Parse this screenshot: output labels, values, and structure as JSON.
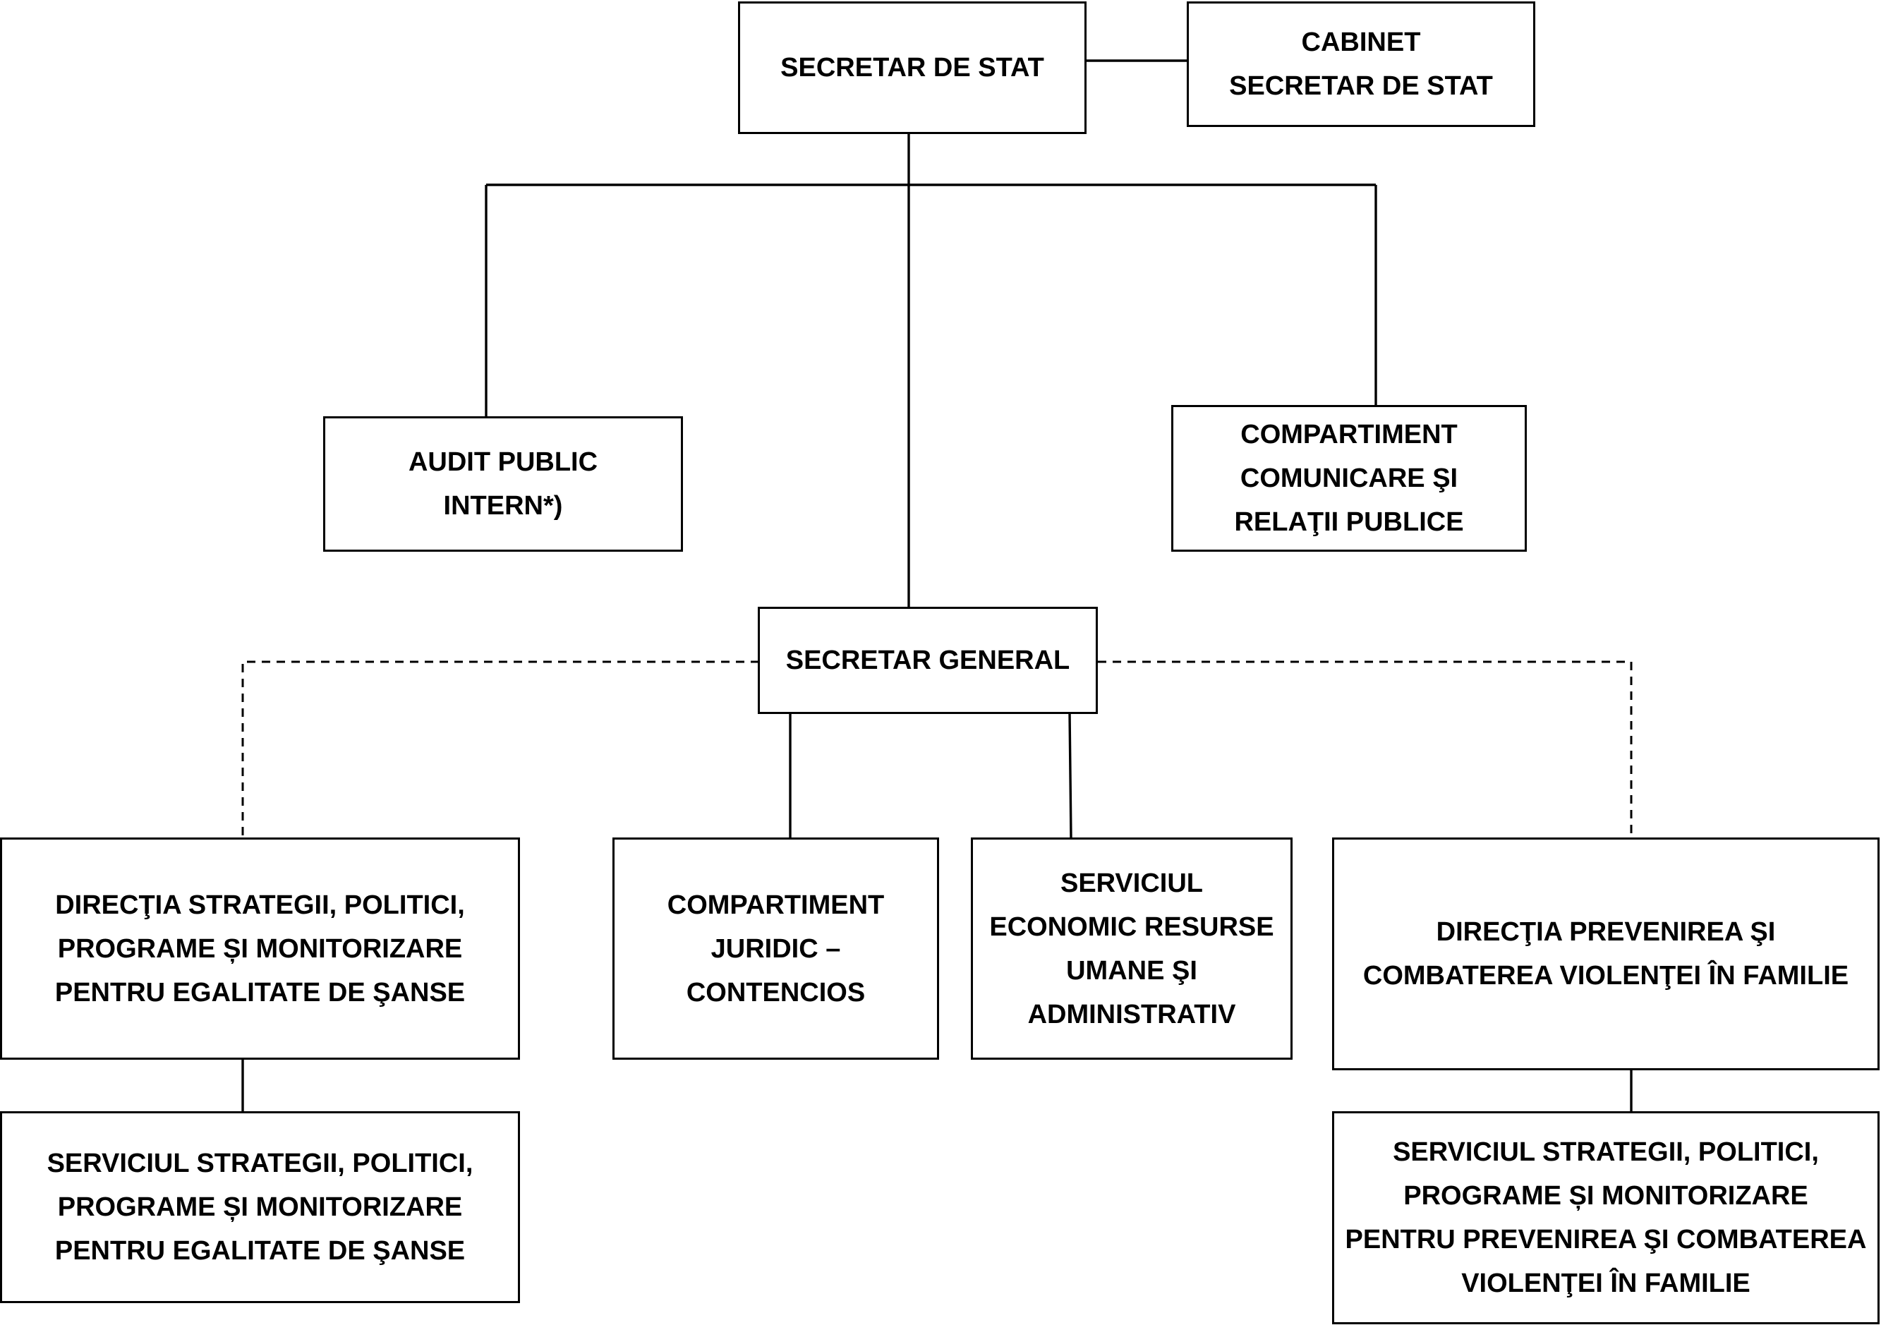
{
  "diagram": {
    "secretar_de_stat": "SECRETAR DE STAT",
    "cabinet": "CABINET\nSECRETAR DE STAT",
    "audit": "AUDIT PUBLIC\nINTERN*)",
    "comunicare": "COMPARTIMENT\nCOMUNICARE ŞI\nRELAŢII PUBLICE",
    "secretar_general": "SECRETAR GENERAL",
    "directia_egalitate": "DIRECŢIA STRATEGII, POLITICI,\nPROGRAME ȘI MONITORIZARE\nPENTRU EGALITATE DE ŞANSE",
    "juridic": "COMPARTIMENT\nJURIDIC –\nCONTENCIOS",
    "economic": "SERVICIUL\nECONOMIC RESURSE\nUMANE ŞI\nADMINISTRATIV",
    "directia_violenta": "DIRECŢIA PREVENIREA ŞI\nCOMBATEREA VIOLENŢEI ÎN FAMILIE",
    "serviciul_egalitate": "SERVICIUL STRATEGII, POLITICI,\nPROGRAME ȘI MONITORIZARE\nPENTRU EGALITATE DE ŞANSE",
    "serviciul_violenta": "SERVICIUL STRATEGII, POLITICI,\nPROGRAME ȘI MONITORIZARE\nPENTRU PREVENIREA ŞI COMBATEREA\nVIOLENŢEI ÎN FAMILIE"
  }
}
